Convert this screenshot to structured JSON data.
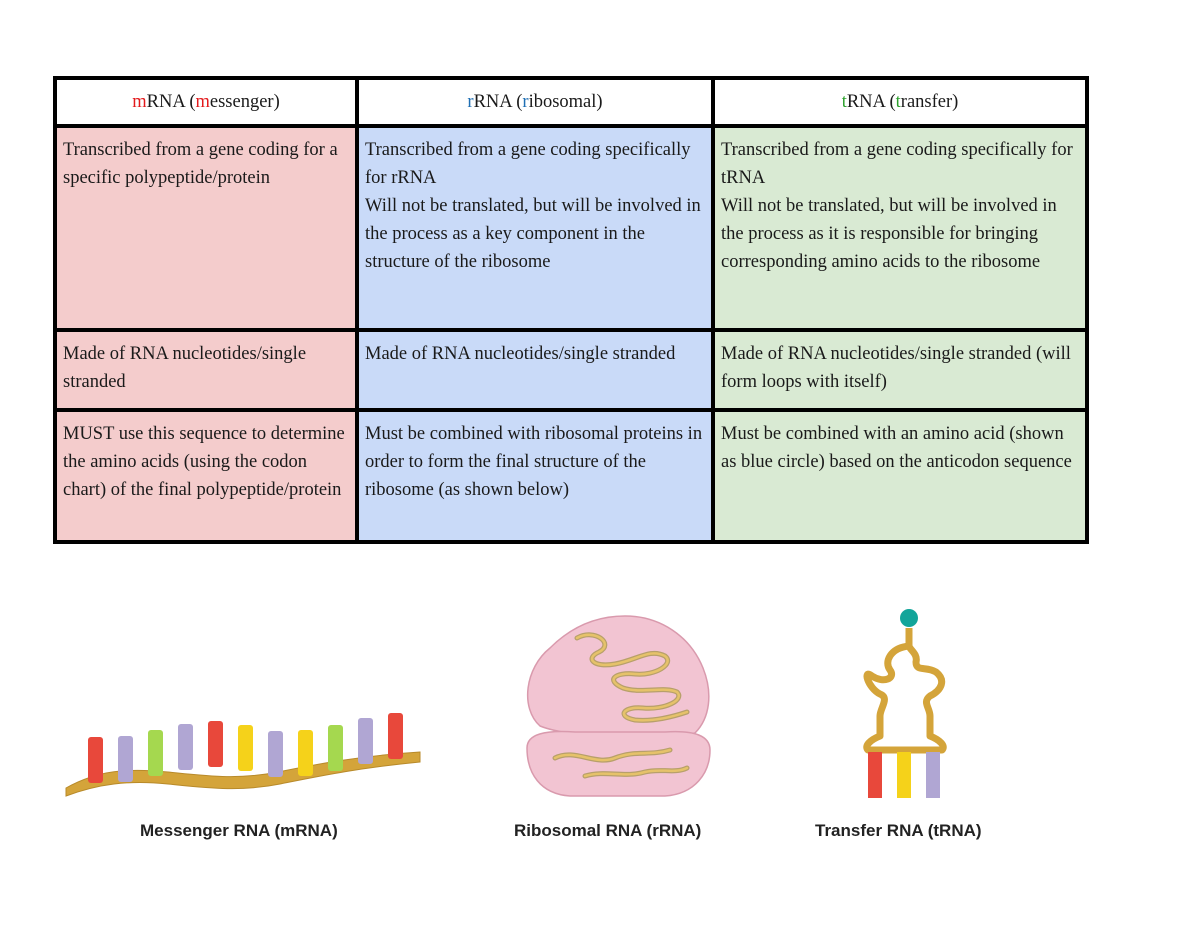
{
  "table": {
    "headers": [
      {
        "letter": "m",
        "mid": "RNA (",
        "letter2": "m",
        "rest": "essenger)",
        "color": "#e31a1c"
      },
      {
        "letter": "r",
        "mid": "RNA (",
        "letter2": "r",
        "rest": "ibosomal)",
        "color": "#1f6fb4"
      },
      {
        "letter": "t",
        "mid": "RNA (",
        "letter2": "t",
        "rest": "ransfer)",
        "color": "#2ca02c"
      }
    ],
    "rows": [
      {
        "mrna": [
          "Transcribed from a gene coding for a specific polypeptide/protein"
        ],
        "rrna": [
          "Transcribed from a gene coding specifically for rRNA",
          "Will not be translated, but will be involved in the process as a key component in the structure of the ribosome"
        ],
        "trna": [
          "Transcribed from a gene coding specifically for tRNA",
          "Will not be translated, but will be involved in the process as it is responsible for bringing corresponding amino acids to the ribosome"
        ]
      },
      {
        "mrna": [
          "Made of RNA nucleotides/single stranded"
        ],
        "rrna": [
          "Made of RNA nucleotides/single stranded"
        ],
        "trna": [
          "Made of RNA nucleotides/single stranded (will form loops with itself)"
        ]
      },
      {
        "mrna": [
          "MUST use this sequence to determine the amino acids (using the codon chart) of the final polypeptide/protein"
        ],
        "rrna": [
          "Must be combined with ribosomal proteins in order to form the final structure of the ribosome (as shown below)"
        ],
        "trna": [
          "Must be combined with an amino acid (shown as blue circle) based on the anticodon sequence"
        ]
      }
    ]
  },
  "figures": {
    "mrna_caption": "Messenger RNA (mRNA)",
    "rrna_caption": "Ribosomal RNA (rRNA)",
    "trna_caption": "Transfer RNA (tRNA)"
  },
  "colors": {
    "mrna_col": "#f4cccc",
    "rrna_col": "#c9daf8",
    "trna_col": "#d9ead3",
    "base_red": "#e8483b",
    "base_purple": "#b0a6d3",
    "base_green": "#a5d84f",
    "base_yellow": "#f5d21a",
    "backbone": "#d4a43a",
    "ribosome_pink": "#f2c4d2",
    "amino_acid": "#12a59a"
  }
}
